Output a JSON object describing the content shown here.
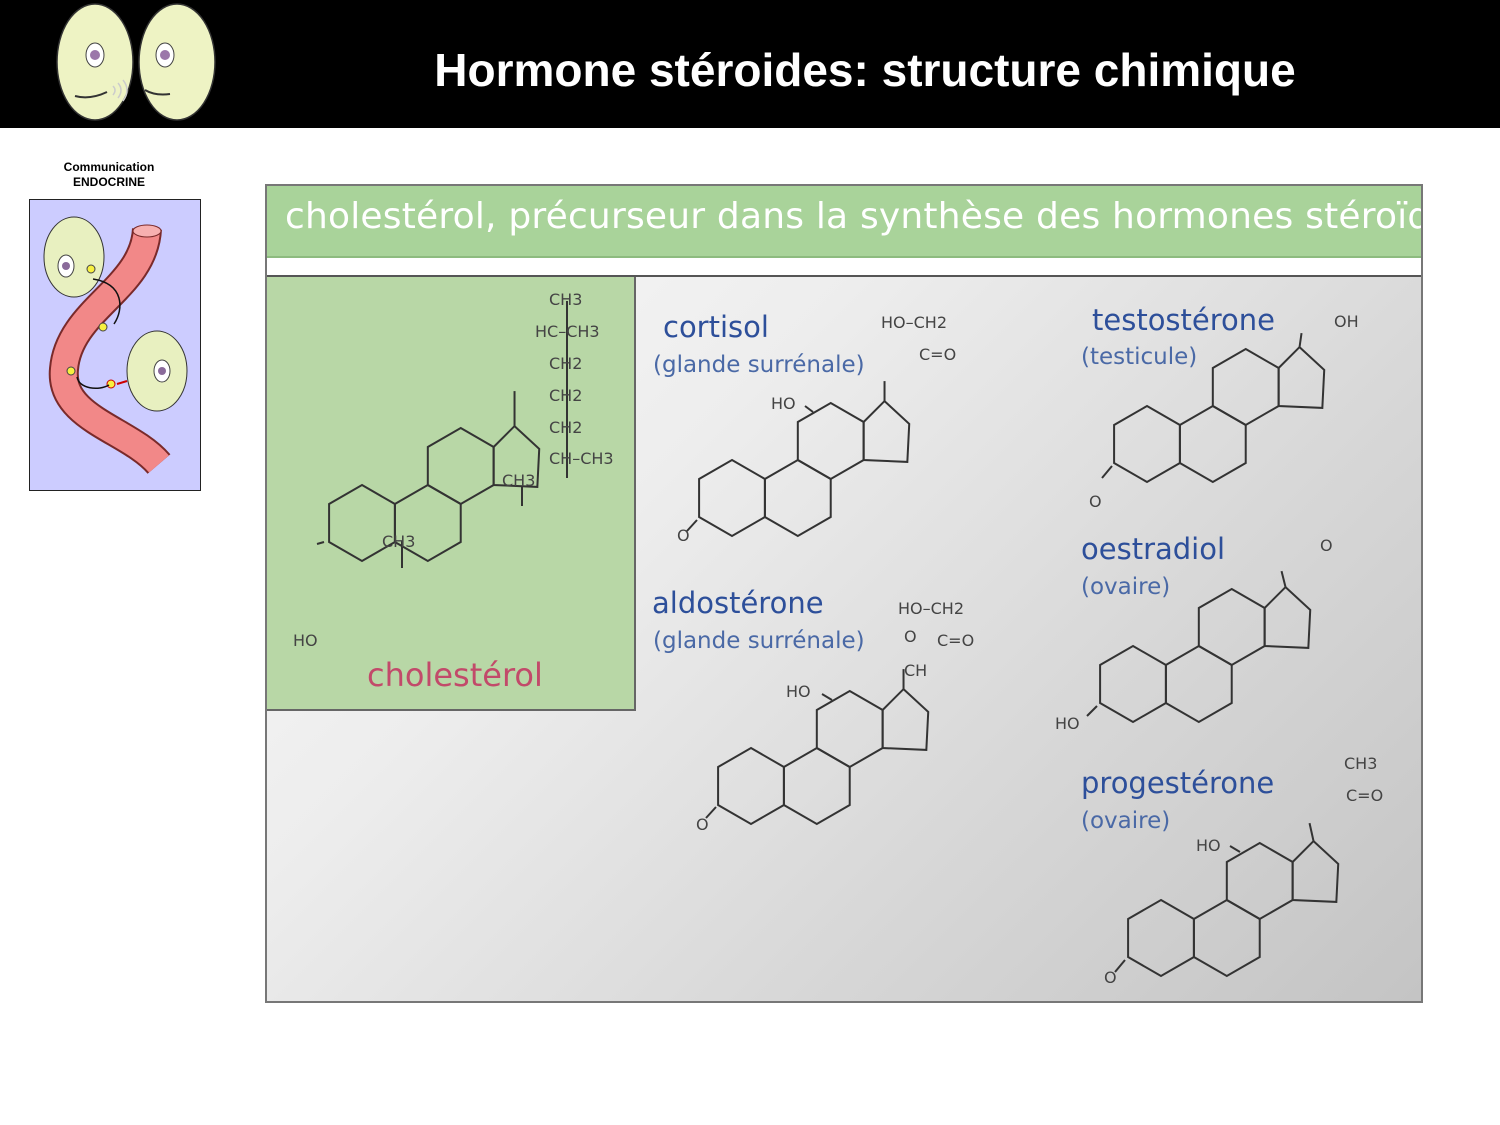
{
  "header": {
    "title": "Hormone stéroides: structure chimique"
  },
  "sidebar": {
    "title_line1": "Communication",
    "title_line2": "ENDOCRINE"
  },
  "panel": {
    "banner": "cholestérol, précurseur dans la synthèse des hormones stéroïdes",
    "cholesterol": {
      "name": "cholestérol",
      "groups": [
        "CH3",
        "HC–CH3",
        "CH2",
        "CH2",
        "CH2",
        "CH–CH3"
      ],
      "ch3_a": "CH3",
      "ch3_b": "CH3",
      "ho": "HO"
    },
    "cortisol": {
      "name": "cortisol",
      "organ": "(glande surrénale)",
      "g1": "HO–CH2",
      "g2": "C=O",
      "ho": "HO",
      "o": "O"
    },
    "aldosterone": {
      "name": "aldostérone",
      "organ": "(glande surrénale)",
      "g1": "HO–CH2",
      "g2": "C=O",
      "g3": "O",
      "g4": "CH",
      "ho": "HO",
      "o": "O"
    },
    "testosterone": {
      "name": "testostérone",
      "organ": "(testicule)",
      "oh": "OH",
      "o": "O"
    },
    "oestradiol": {
      "name": "oestradiol",
      "organ": "(ovaire)",
      "o": "O",
      "ho": "HO"
    },
    "progesterone": {
      "name": "progestérone",
      "organ": "(ovaire)",
      "g1": "CH3",
      "g2": "C=O",
      "ho": "HO",
      "o": "O"
    }
  },
  "colors": {
    "banner_bg": "#a9d39a",
    "cholesterol_box": "#b8d7a6",
    "cholesterol_label": "#c24a6a",
    "hormone_name": "#2d4f9a",
    "vessel": "#f08080",
    "cell_fill": "#e8f0c0",
    "sidebar_bg": "#ccccff"
  },
  "icons": {
    "logo": "two-face-cells-icon",
    "side": "endocrine-blood-vessel-icon"
  }
}
